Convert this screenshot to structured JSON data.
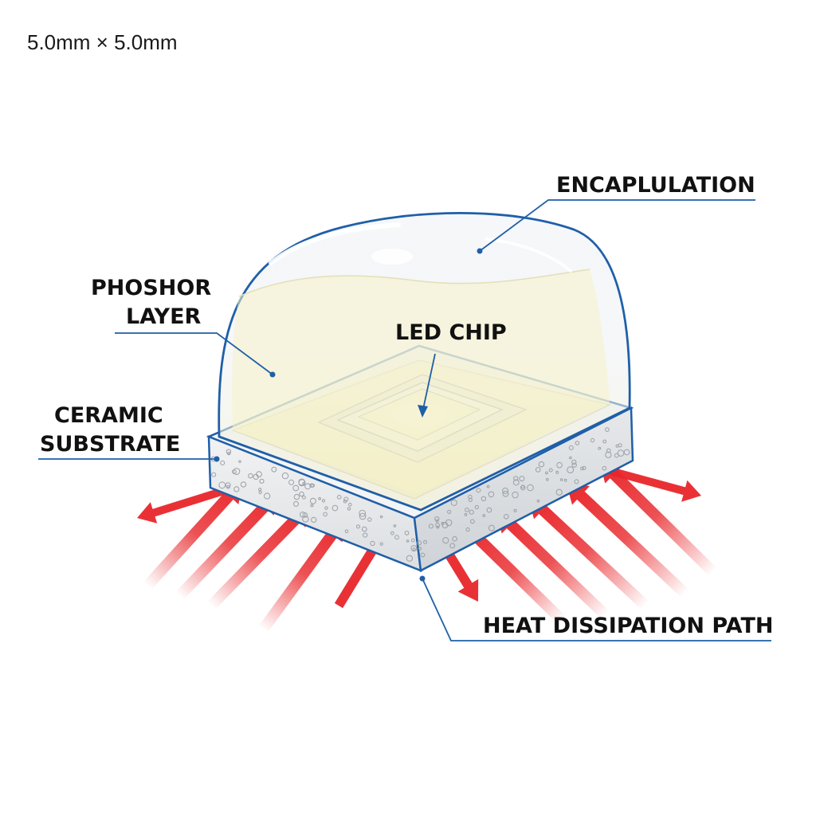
{
  "dimension_label": "5.0mm × 5.0mm",
  "labels": {
    "encapsulation": "ENCAPLULATION",
    "phosphor_line1": "PHOSHOR",
    "phosphor_line2": "LAYER",
    "led_chip": "LED CHIP",
    "ceramic_line1": "CERAMIC",
    "ceramic_line2": "SUBSTRATE",
    "heat_path": "HEAT DISSIPATION PATH"
  },
  "colors": {
    "leader": "#1f5fa8",
    "heat_arrow": "#e8262a",
    "phosphor": "#f6f2c8",
    "chip": "#fbf6d6",
    "substrate": "#e9eaeb"
  },
  "icons": [
    "heat-arrow-icon"
  ]
}
